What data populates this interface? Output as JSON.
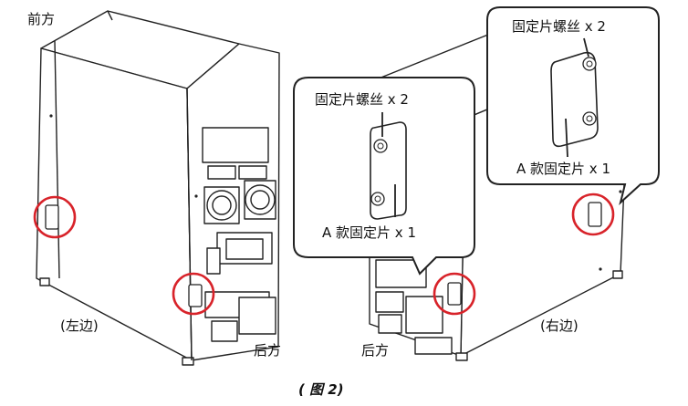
{
  "labels": {
    "front": "前方",
    "left_side": "(左边)",
    "right_side": "(右边)",
    "rear_left": "后方",
    "rear_right": "后方",
    "caption": "( 图 2)"
  },
  "callouts": {
    "left": {
      "screws": "固定片螺丝 x 2",
      "bracket": "A 款固定片 x 1"
    },
    "right": {
      "screws": "固定片螺丝 x 2",
      "bracket": "A 款固定片 x 1"
    }
  },
  "colors": {
    "highlight_circle": "#d8232a",
    "line": "#222222"
  }
}
